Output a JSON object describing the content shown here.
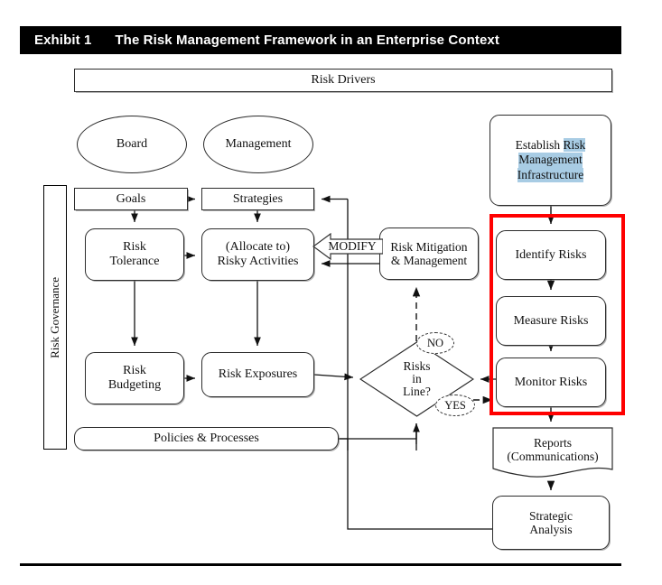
{
  "header": {
    "exhibit_number": "Exhibit 1",
    "title": "The Risk Management Framework in an Enterprise Context"
  },
  "colors": {
    "header_bg": "#000000",
    "highlight_rect": "#ff0000",
    "text_selection": "#a8cce4",
    "node_border": "#2c2c2c"
  },
  "diagram": {
    "top_band": {
      "risk_drivers": "Risk Drivers"
    },
    "roles": {
      "board": "Board",
      "management": "Management"
    },
    "governance_label": "Risk Governance",
    "left_column": {
      "goals": "Goals",
      "strategies": "Strategies",
      "risk_tolerance": "Risk\nTolerance",
      "risk_tolerance_line1": "Risk",
      "risk_tolerance_line2": "Tolerance",
      "allocate_line1": "(Allocate to)",
      "allocate_line2": "Risky Activities",
      "risk_budgeting_line1": "Risk",
      "risk_budgeting_line2": "Budgeting",
      "risk_exposures": "Risk Exposures",
      "policies": "Policies & Processes"
    },
    "middle": {
      "modify": "MODIFY",
      "risk_mitigation_line1": "Risk Mitigation",
      "risk_mitigation_line2": "& Management",
      "decision_line1": "Risks",
      "decision_line2": "in",
      "decision_line3": "Line?",
      "branch_no": "NO",
      "branch_yes": "YES"
    },
    "right_column": {
      "establish_line1_plain": "Establish ",
      "establish_line1_hl": "Risk",
      "establish_line2": "Management",
      "establish_line3": "Infrastructure",
      "identify_risks": "Identify Risks",
      "measure_risks": "Measure Risks",
      "monitor_risks": "Monitor Risks",
      "reports_line1": "Reports",
      "reports_line2": "(Communications)",
      "strategic_line1": "Strategic",
      "strategic_line2": "Analysis"
    }
  }
}
